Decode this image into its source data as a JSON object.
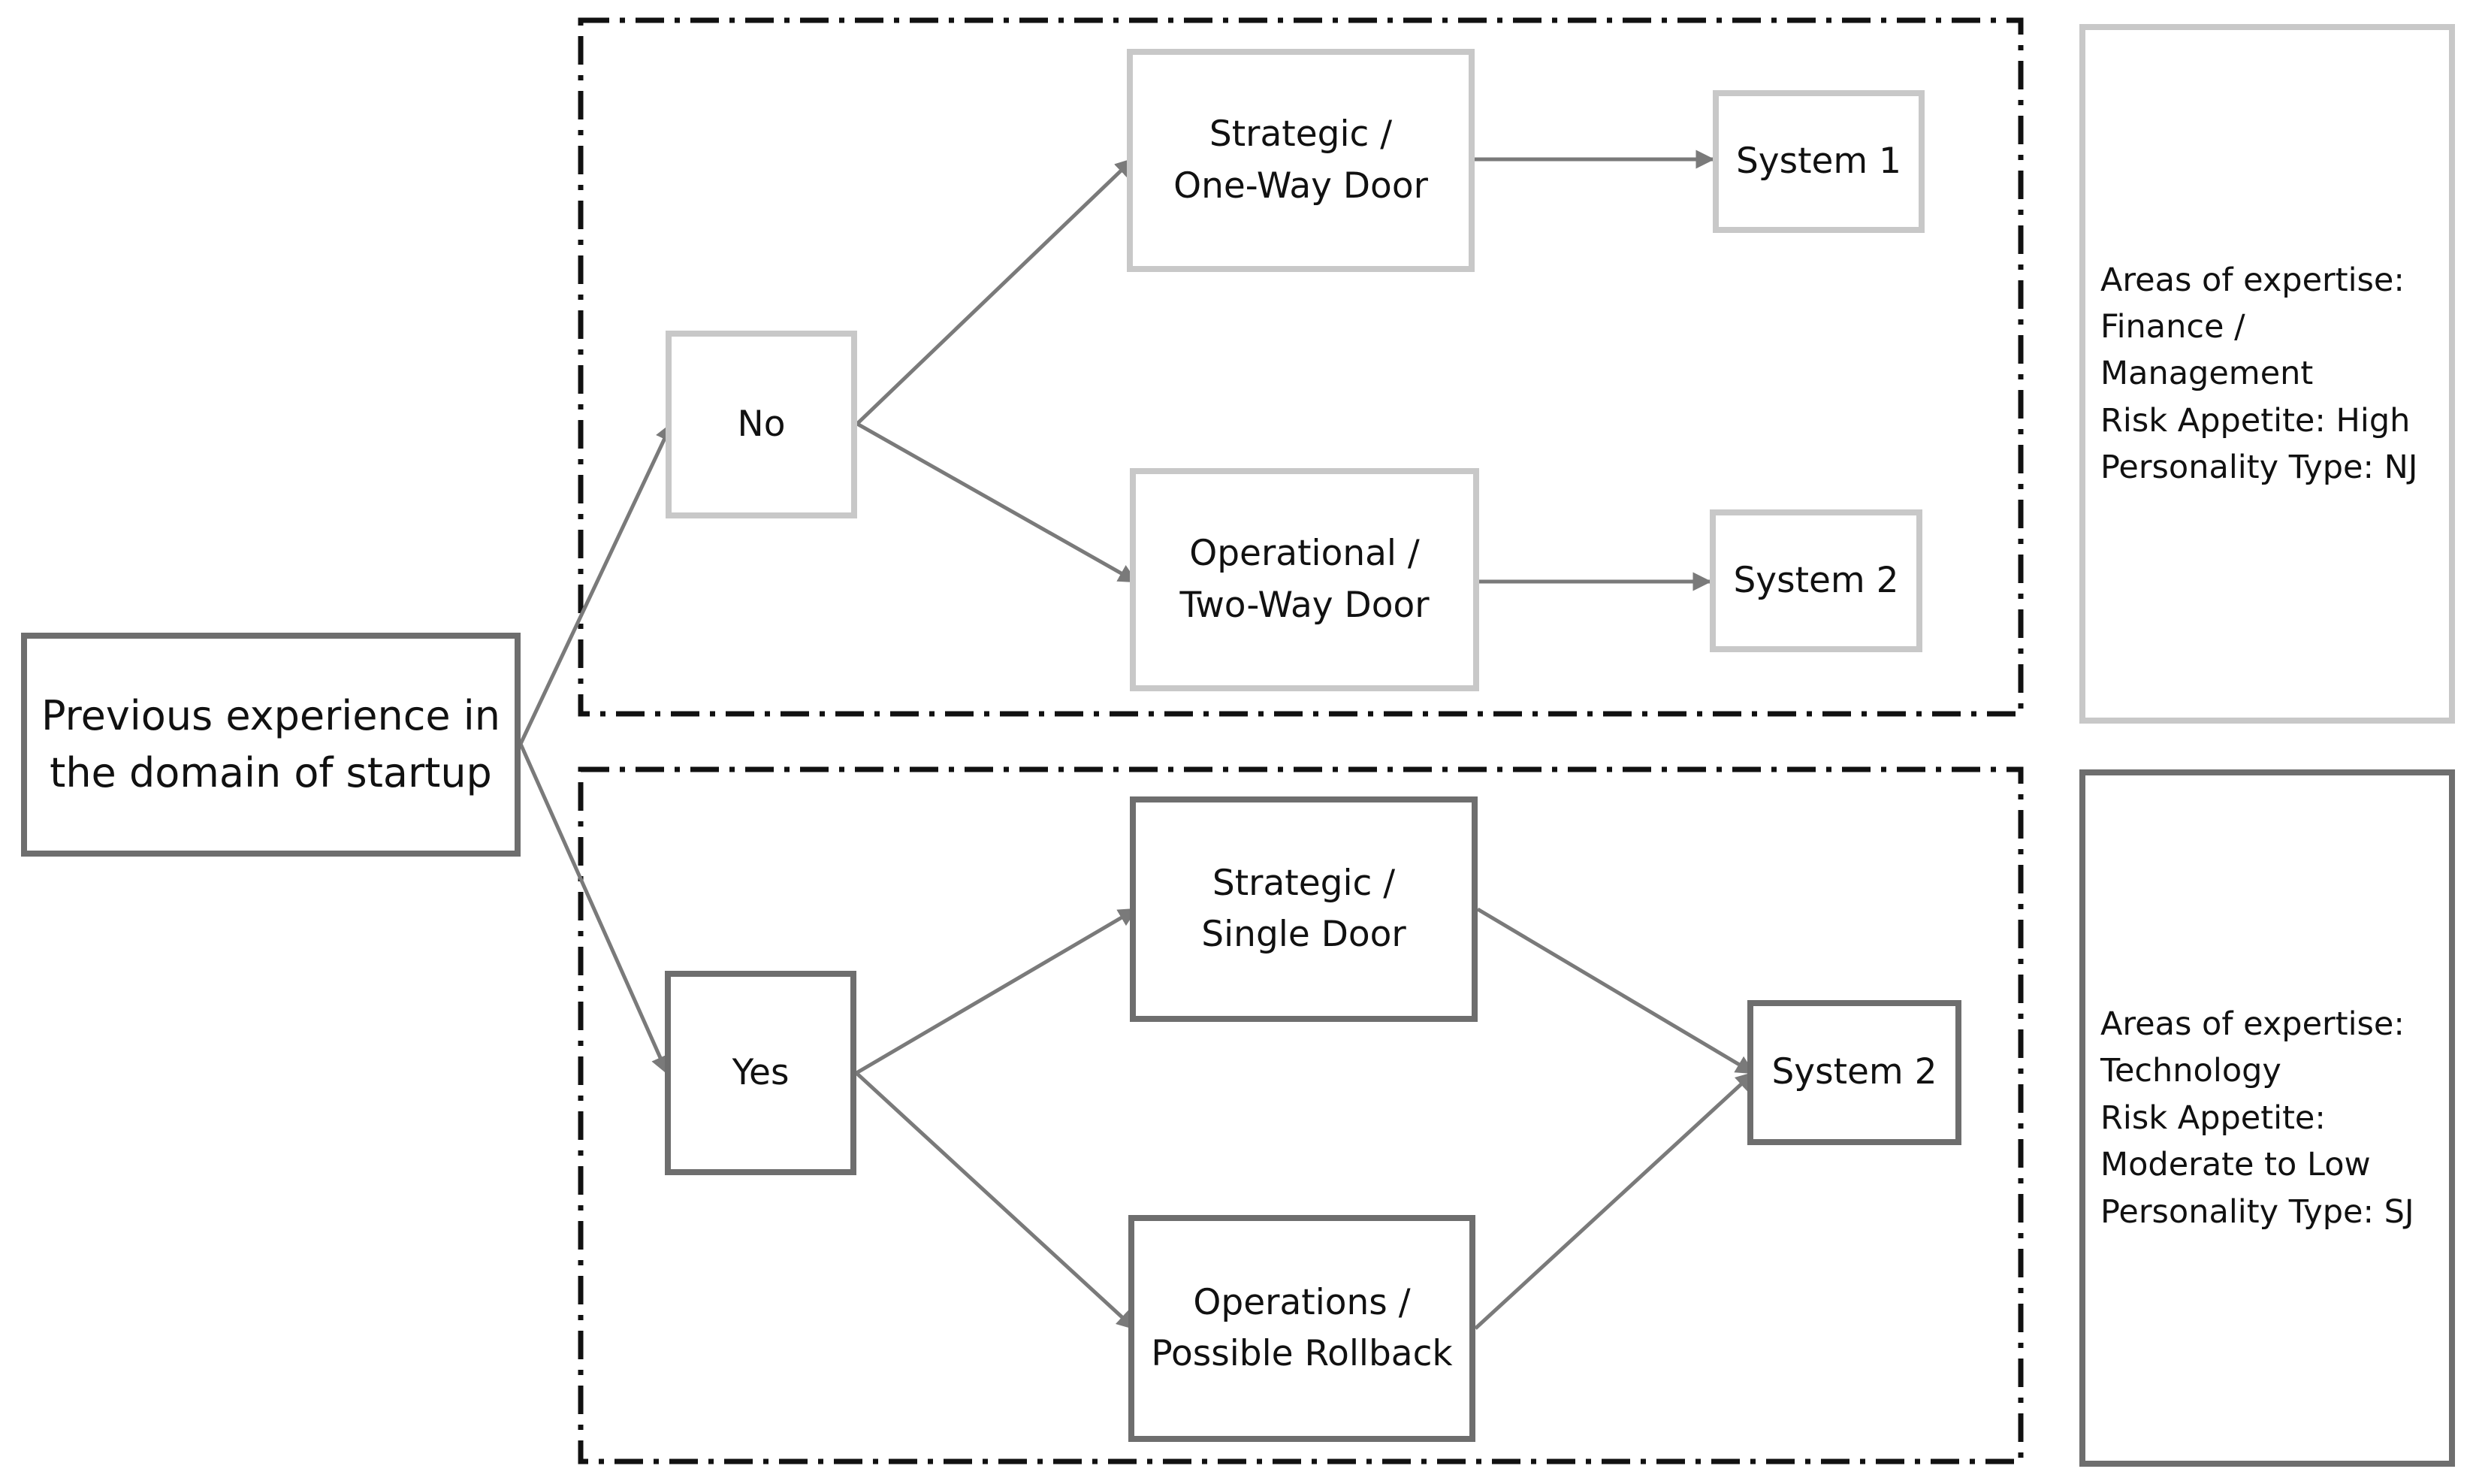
{
  "root": {
    "line1": "Previous experience in",
    "line2": "the domain of startup"
  },
  "branch_no": {
    "label": "No",
    "strategic": {
      "line1": "Strategic /",
      "line2": "One-Way Door"
    },
    "operational": {
      "line1": "Operational /",
      "line2": "Two-Way Door"
    },
    "system_top": "System 1",
    "system_bottom": "System 2",
    "profile": {
      "lines": [
        "Areas of expertise:",
        "Finance /",
        "Management",
        "Risk Appetite: High",
        "Personality Type: NJ"
      ]
    }
  },
  "branch_yes": {
    "label": "Yes",
    "strategic": {
      "line1": "Strategic /",
      "line2": "Single Door"
    },
    "operations": {
      "line1": "Operations /",
      "line2": "Possible Rollback"
    },
    "system": "System 2",
    "profile": {
      "lines": [
        "Areas of expertise:",
        "Technology",
        "Risk Appetite:",
        "Moderate to Low",
        "Personality Type: SJ"
      ]
    }
  },
  "colors": {
    "light_border": "#c8c8c8",
    "dark_border": "#6e6e6e",
    "arrow": "#7a7a7a",
    "group_border": "#111111"
  }
}
